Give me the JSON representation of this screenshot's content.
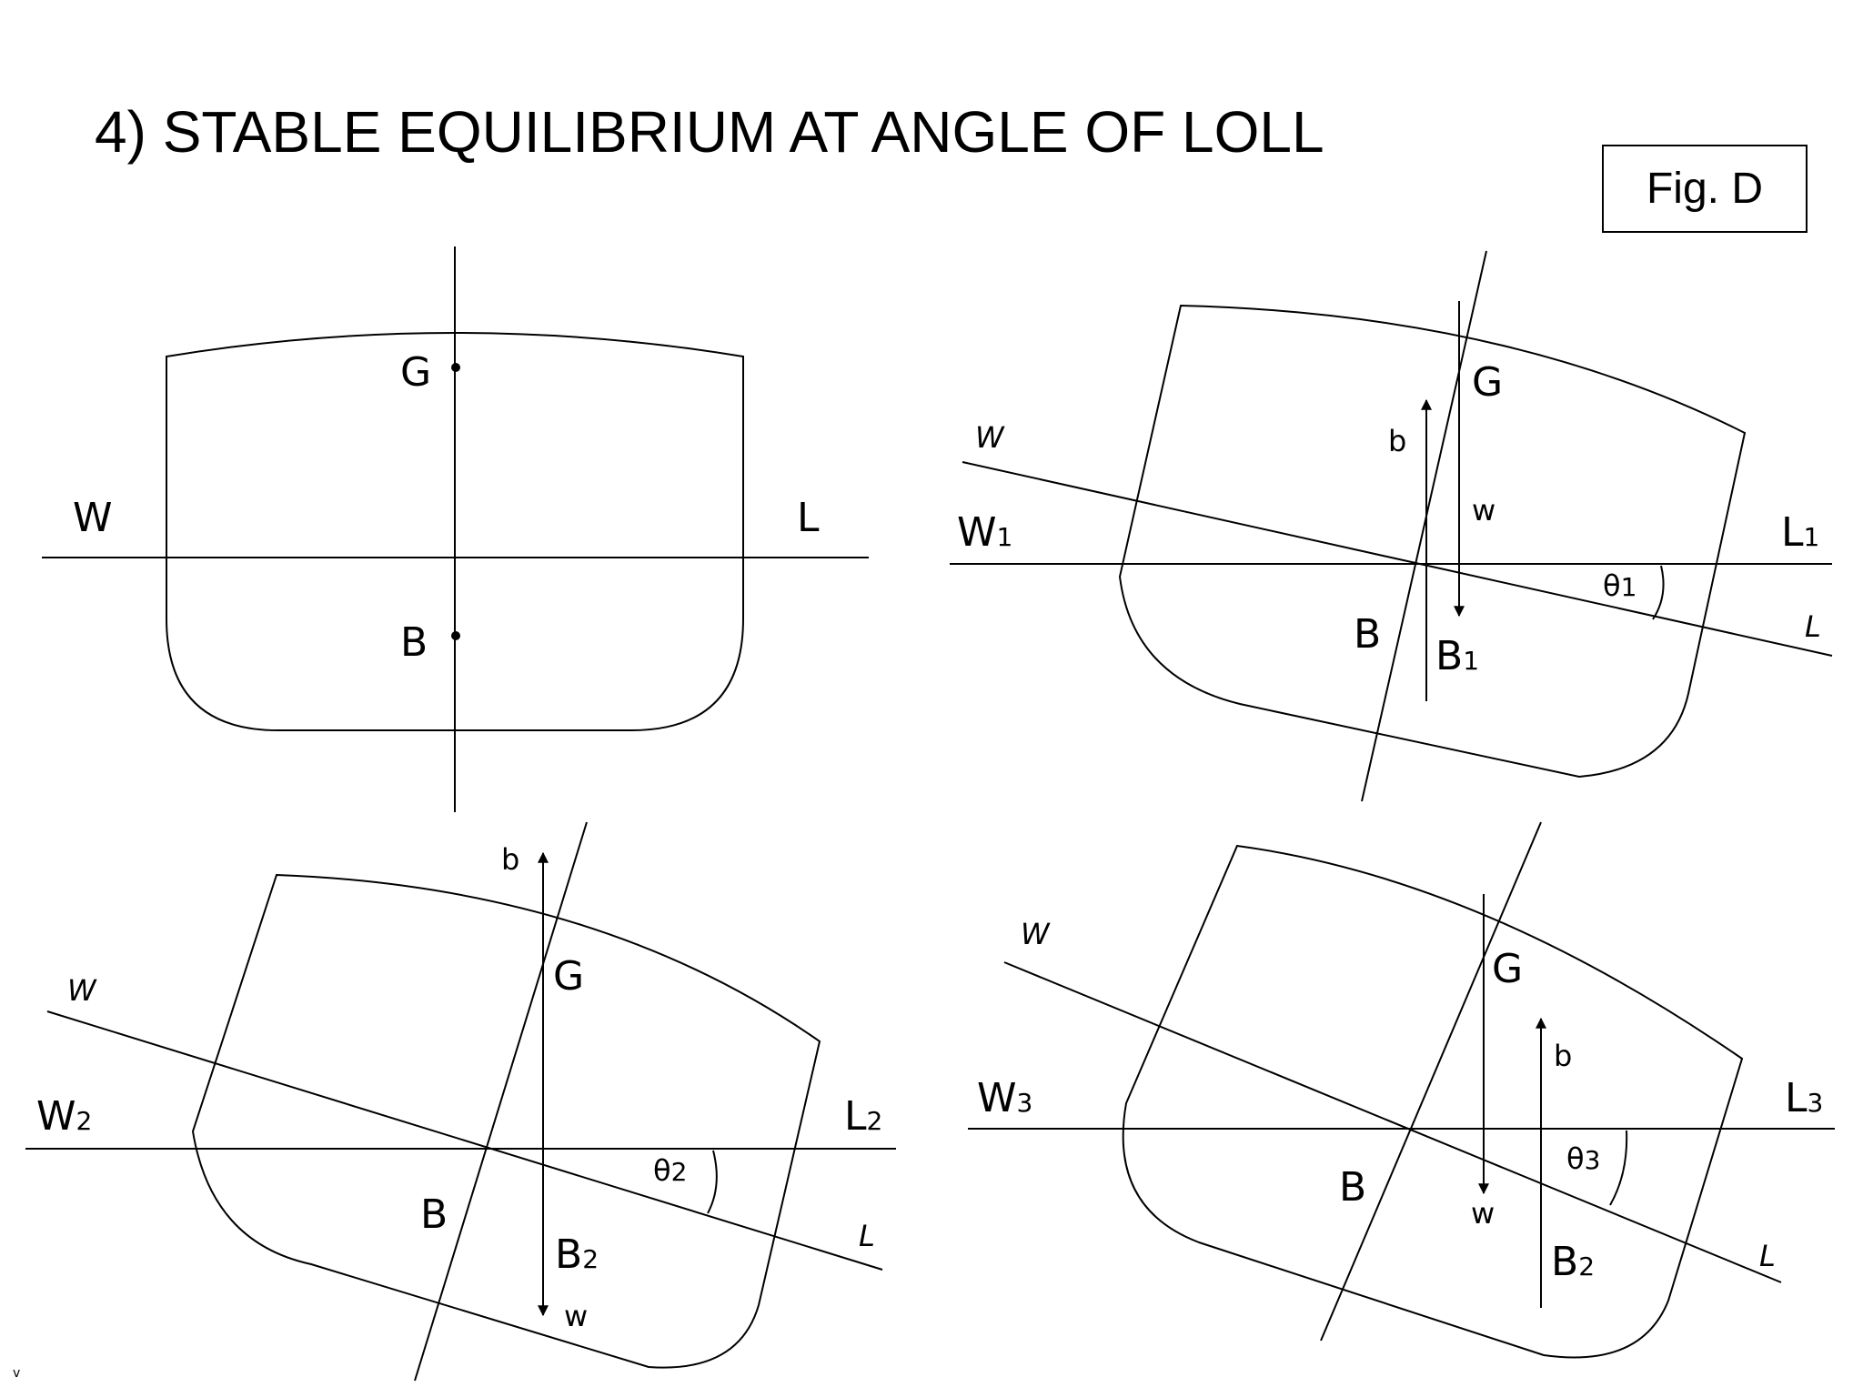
{
  "slide": {
    "title": "4) STABLE EQUILIBRIUM AT ANGLE OF LOLL",
    "figure_label": "Fig. D",
    "corner_mark": "v"
  },
  "panels": {
    "upright": {
      "W": "W",
      "L": "L",
      "G": "G",
      "B": "B"
    },
    "heel1": {
      "w_lower": "W",
      "l_lower": "L",
      "W": "W",
      "W_sub": "1",
      "L": "L",
      "L_sub": "1",
      "G": "G",
      "B": "B",
      "B_new": "B",
      "B_new_sub": "1",
      "b": "b",
      "w": "w",
      "theta": "θ",
      "theta_sub": "1"
    },
    "heel2": {
      "w_lower": "W",
      "l_lower": "L",
      "W": "W",
      "W_sub": "2",
      "L": "L",
      "L_sub": "2",
      "G": "G",
      "B": "B",
      "B_new": "B",
      "B_new_sub": "2",
      "b": "b",
      "w": "w",
      "theta": "θ",
      "theta_sub": "2"
    },
    "heel3": {
      "w_lower": "W",
      "l_lower": "L",
      "W": "W",
      "W_sub": "3",
      "L": "L",
      "L_sub": "3",
      "G": "G",
      "B": "B",
      "B_new": "B",
      "B_new_sub": "2",
      "b": "b",
      "w": "w",
      "theta": "θ",
      "theta_sub": "3"
    }
  }
}
